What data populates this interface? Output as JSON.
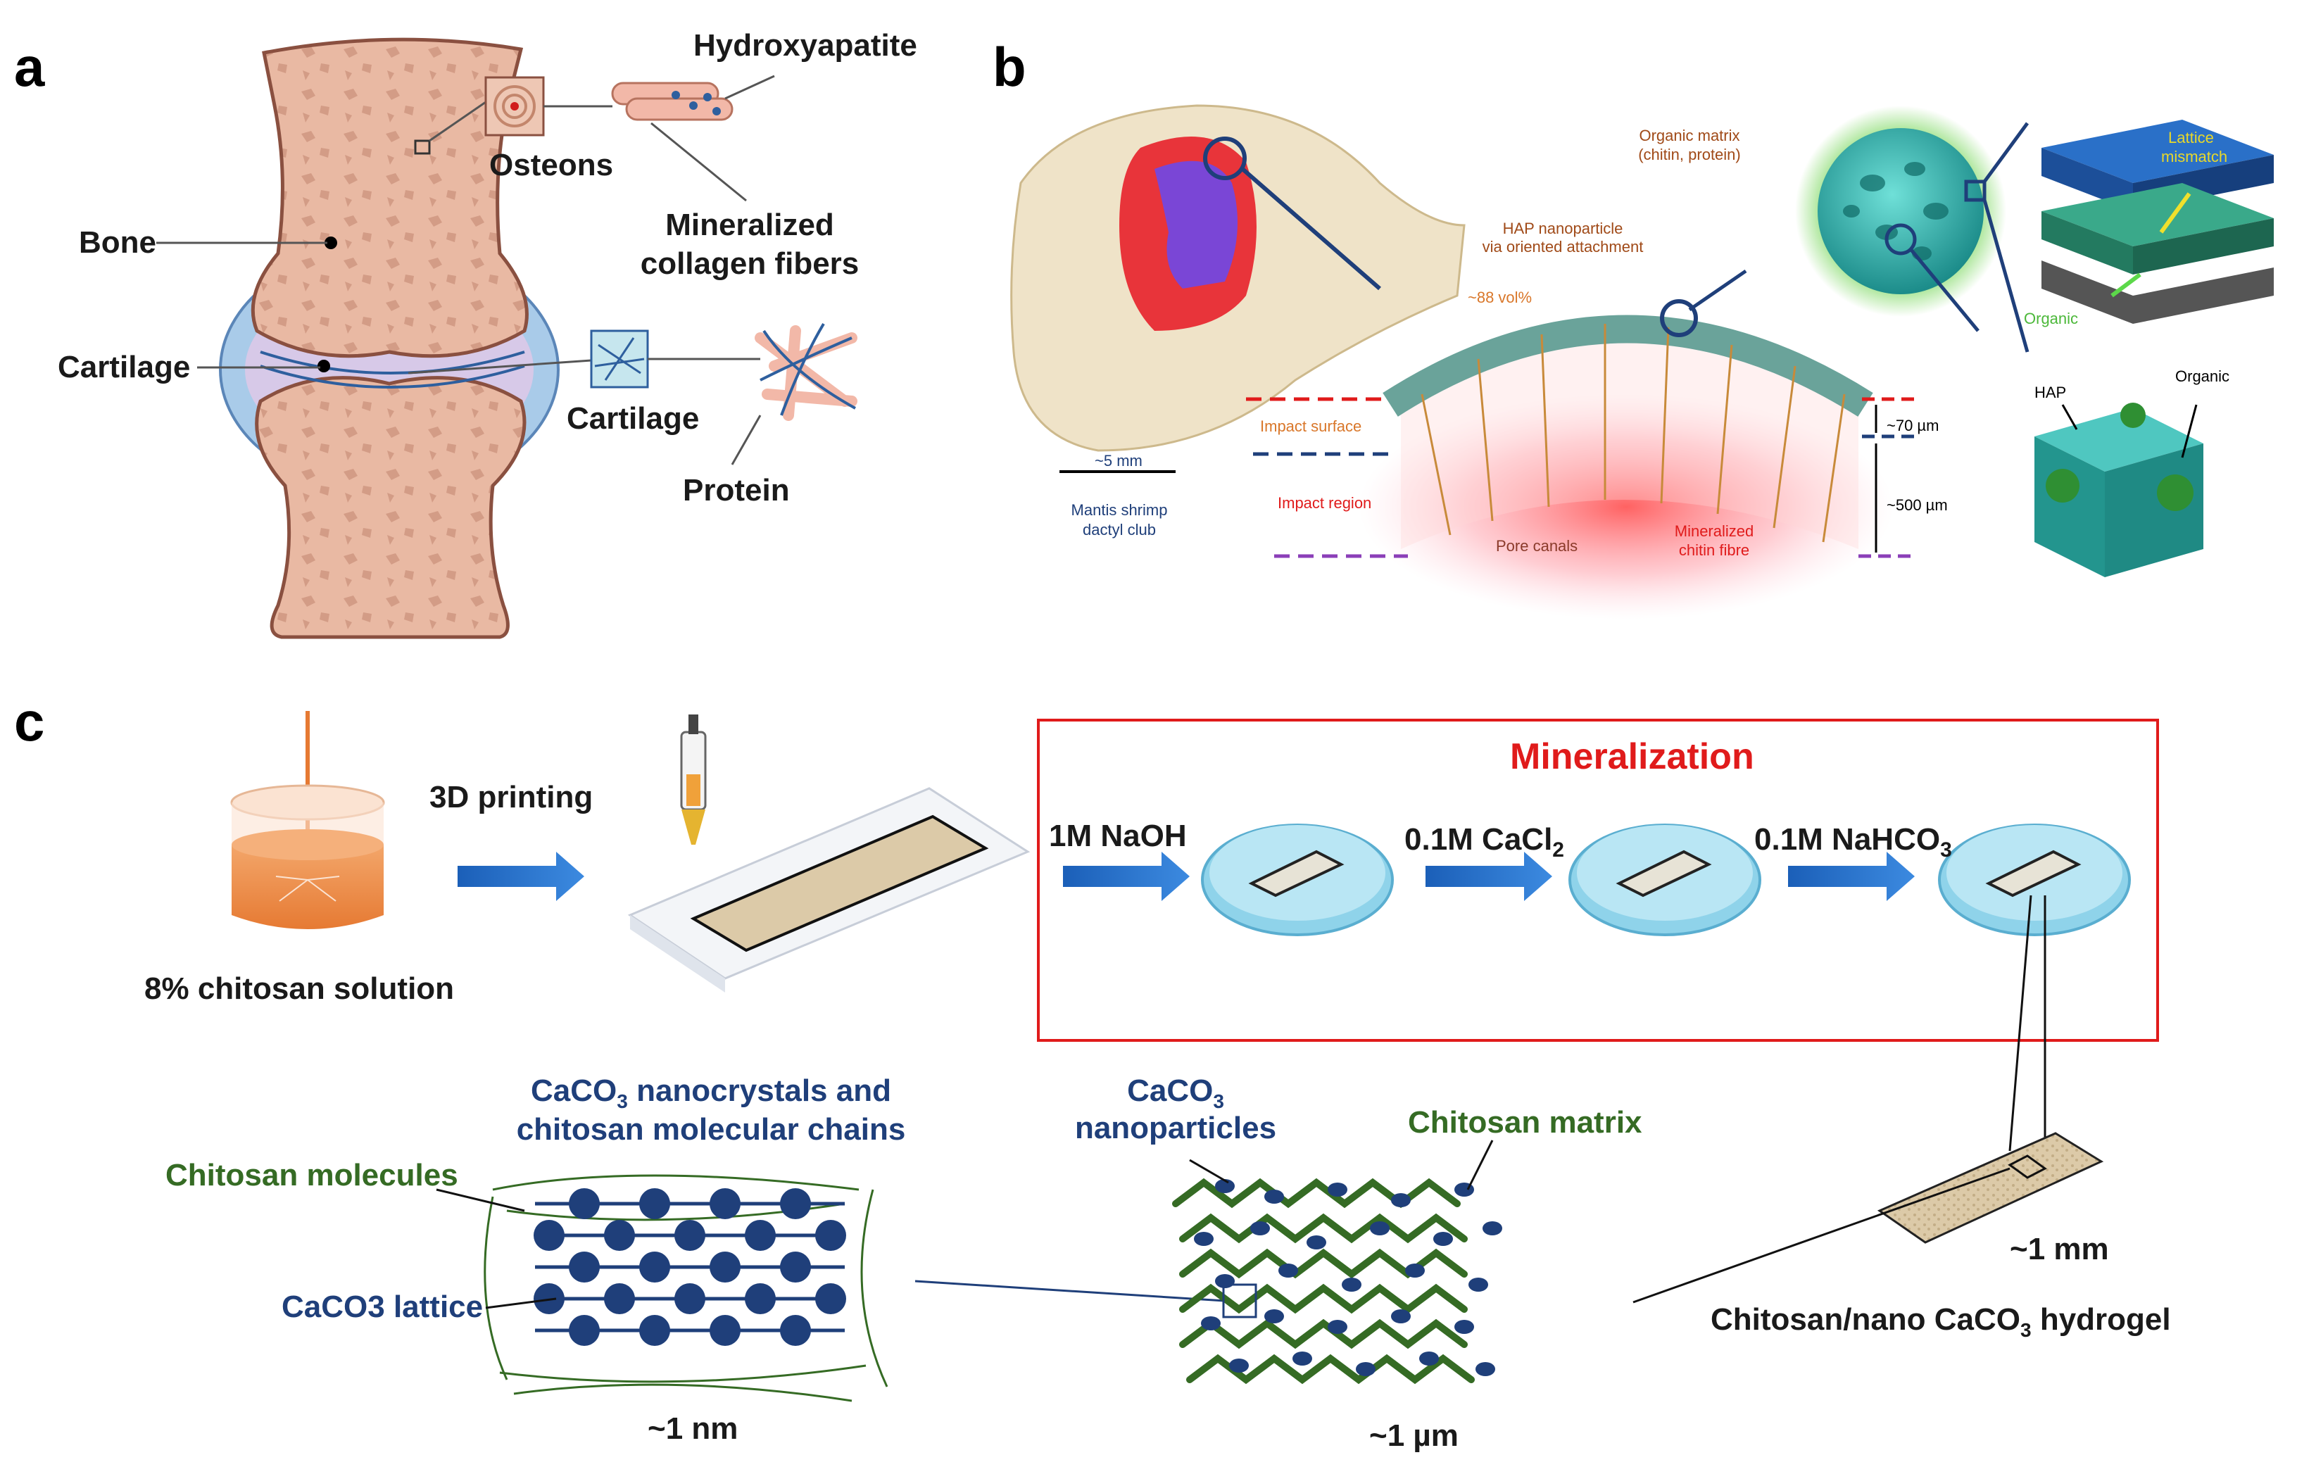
{
  "panels": {
    "a": "a",
    "b": "b",
    "c": "c"
  },
  "panel_a": {
    "hydroxyapatite": "Hydroxyapatite",
    "osteons": "Osteons",
    "bone": "Bone",
    "mineralized_collagen_1": "Mineralized",
    "mineralized_collagen_2": "collagen fibers",
    "cartilage_left": "Cartilage",
    "cartilage_right": "Cartilage",
    "protein": "Protein"
  },
  "panel_b": {
    "organic_matrix_1": "Organic matrix",
    "organic_matrix_2": "(chitin, protein)",
    "hap_nanoparticle_1": "HAP nanoparticle",
    "hap_nanoparticle_2": "via oriented attachment",
    "vol": "~88 vol%",
    "lattice_1": "Lattice",
    "lattice_2": "mismatch",
    "organic_green": "Organic",
    "impact_surface": "Impact surface",
    "impact_region": "Impact region",
    "scale": "~5 mm",
    "mantis_1": "Mantis shrimp",
    "mantis_2": "dactyl club",
    "um70": "~70 µm",
    "um500": "~500 µm",
    "pore_canals": "Pore canals",
    "mineralized_chitin_1": "Mineralized",
    "mineralized_chitin_2": "chitin fibre",
    "hap": "HAP",
    "organic_cube": "Organic"
  },
  "panel_c": {
    "mineralization": "Mineralization",
    "printing": "3D printing",
    "solution": "8% chitosan solution",
    "naoh": "1M NaOH",
    "cacl2_main": "0.1M CaCl",
    "cacl2_sub": "2",
    "nahco3_main": "0.1M NaHCO",
    "nahco3_sub": "3",
    "nano_title_1a": "CaCO",
    "nano_title_1sub": "3",
    "nano_title_1b": " nanocrystals and",
    "nano_title_2": "chitosan molecular chains",
    "chitosan_molecules": "Chitosan molecules",
    "caco3_lattice": "CaCO3 lattice",
    "nm": "~1 nm",
    "np_1a": "CaCO",
    "np_1sub": "3",
    "np_2": "nanoparticles",
    "chitosan_matrix": "Chitosan matrix",
    "um": "~1 µm",
    "mm": "~1 mm",
    "hydrogel_a": "Chitosan/nano CaCO",
    "hydrogel_sub": "3",
    "hydrogel_b": " hydrogel"
  },
  "colors": {
    "bone": "#e9b9a3",
    "cartilage": "#a9cbe9",
    "dark_blue": "#1f3f7a",
    "chitosan_green": "#356b24",
    "mineralization_red": "#e01b1b",
    "arrow_blue": "#2a6fc9",
    "dish_blue": "#8fd3ea"
  }
}
